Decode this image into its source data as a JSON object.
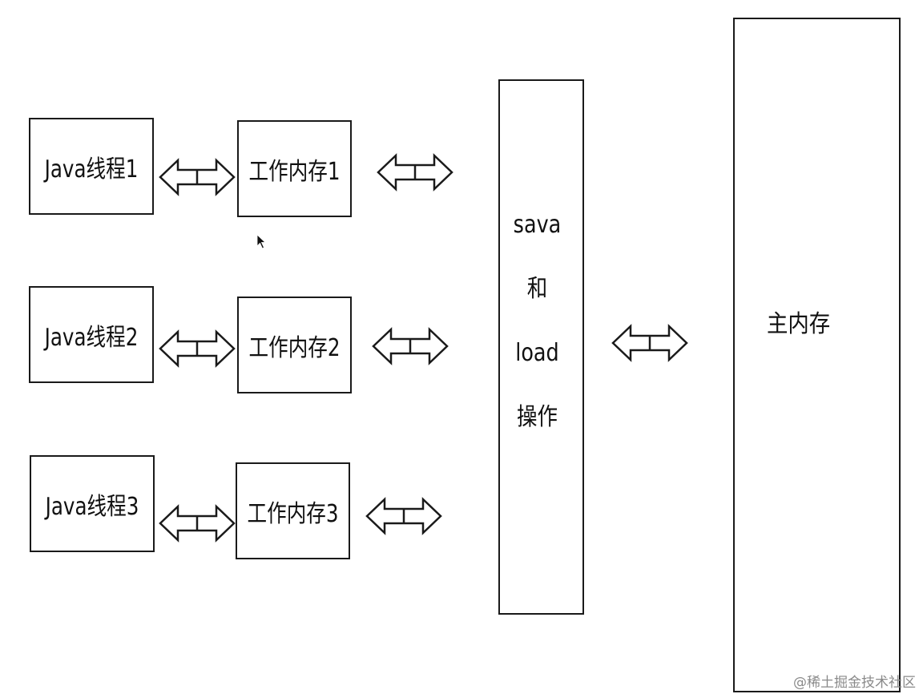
{
  "threads": [
    {
      "label": "Java线程1"
    },
    {
      "label": "Java线程2"
    },
    {
      "label": "Java线程3"
    }
  ],
  "work_memories": [
    {
      "label": "工作内存1"
    },
    {
      "label": "工作内存2"
    },
    {
      "label": "工作内存3"
    }
  ],
  "operation_box": {
    "lines": [
      "sava",
      "和",
      "load",
      "操作"
    ]
  },
  "main_memory": {
    "label": "主内存"
  },
  "watermark": "@稀土掘金技术社区",
  "colors": {
    "stroke": "#1a1a1a",
    "background": "#ffffff",
    "watermark": "#8a8a8a"
  }
}
